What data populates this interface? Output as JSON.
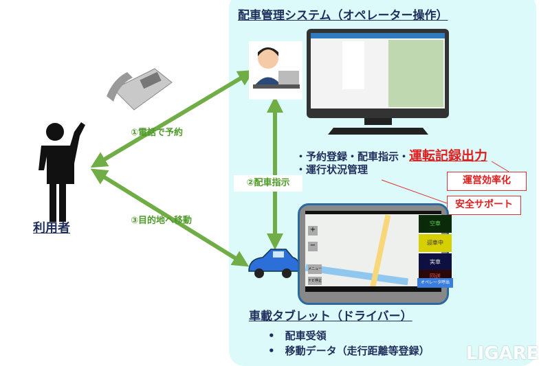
{
  "system_title": "配車管理システム（オペレーター操作）",
  "user_label": "利用者",
  "steps": {
    "s1": "①電話で予約",
    "s2": "②配車指示",
    "s3": "③目的地へ移動"
  },
  "system_features": {
    "line1_prefix": "・予約登録・配車指示・",
    "line1_highlight": "運転記録出力",
    "line2": "・運行状況管理"
  },
  "callouts": {
    "efficiency": "運営効率化",
    "safety": "安全サポート"
  },
  "tablet_title": "車載タブレット（ドライバー）",
  "tablet_features": [
    "配車受領",
    "移動データ（走行距離等登録）"
  ],
  "tablet_screen": {
    "buttons": [
      "空車",
      "迎車中",
      "実車",
      "回送"
    ],
    "call_button": "オペレータ呼出",
    "side_buttons": [
      "+",
      "−",
      "メニュー",
      "ナビ停止"
    ]
  },
  "watermark": "LIGARE",
  "colors": {
    "arrow": "#70ad47",
    "accent_red": "#e02020",
    "panel": "#dcfafa",
    "title": "#1f2d5a"
  }
}
